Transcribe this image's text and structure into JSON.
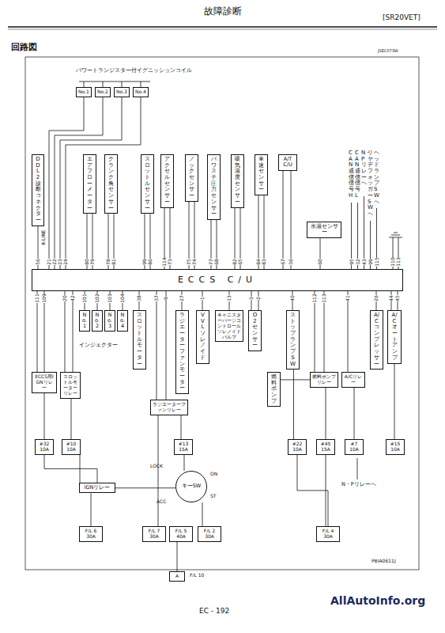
{
  "diagram": {
    "title": "故障診断",
    "nodes": [
      {
        "text": [
          "ECCS C/U"
        ]
      },
      {
        "text": [
          "DDL2診断コネクター"
        ]
      },
      {
        "text": [
          "No.1"
        ]
      },
      {
        "text": [
          "No.2"
        ]
      },
      {
        "text": [
          "No.3"
        ]
      },
      {
        "text": [
          "No.4"
        ]
      },
      {
        "text": [
          "エアフローメーター"
        ]
      },
      {
        "text": [
          "クランク角センサー"
        ]
      },
      {
        "text": [
          "スロットルセンサー"
        ]
      },
      {
        "text": [
          "アクセルセンサー"
        ]
      },
      {
        "text": [
          "ノックセンサー"
        ]
      },
      {
        "text": [
          "パワステ圧力センサー"
        ]
      },
      {
        "text": [
          "吸気温度センサー"
        ]
      },
      {
        "text": [
          "車速センサー"
        ]
      },
      {
        "text": [
          "A/T C/U"
        ]
      },
      {
        "text": [
          "水温センサー"
        ]
      },
      {
        "text": [
          "ECCS用IGNリレー"
        ]
      },
      {
        "text": [
          "スロットルモーターリレー"
        ]
      },
      {
        "text": [
          "No.1"
        ]
      },
      {
        "text": [
          "No.2"
        ]
      },
      {
        "text": [
          "No.3"
        ]
      },
      {
        "text": [
          "No.4"
        ]
      },
      {
        "text": [
          "スロットルモーター"
        ]
      },
      {
        "text": [
          "ラジエーターファンモーター"
        ]
      },
      {
        "text": [
          "ラジエーターファンリレー"
        ]
      },
      {
        "text": [
          "VVLソレノイド"
        ]
      },
      {
        "text": [
          "キャニスターパージコントロールソレノイドバルブ"
        ]
      },
      {
        "text": [
          "O2センサー"
        ]
      },
      {
        "text": [
          "燃料ポンプ"
        ]
      },
      {
        "text": [
          "ストップランプSW"
        ]
      },
      {
        "text": [
          "燃料ポンプリレー"
        ]
      },
      {
        "text": [
          "A/Cリレー"
        ]
      },
      {
        "text": [
          "A/Cコンプレッサー"
        ]
      },
      {
        "text": [
          "A/Cオートアンプ"
        ]
      },
      {
        "text": [
          "#32",
          "10A"
        ]
      },
      {
        "text": [
          "#10",
          "10A"
        ]
      },
      {
        "text": [
          "#13",
          "15A"
        ]
      },
      {
        "text": [
          "#22",
          "10A"
        ]
      },
      {
        "text": [
          "#45",
          "15A"
        ]
      },
      {
        "text": [
          "#7",
          "10A"
        ]
      },
      {
        "text": [
          "#15",
          "10A"
        ]
      },
      {
        "text": [
          "IGNリレー"
        ]
      },
      {
        "text": [
          "キーSW"
        ]
      },
      {
        "text": [
          "F/L 6",
          "30A"
        ]
      },
      {
        "text": [
          "F/L 7",
          "30A"
        ]
      },
      {
        "text": [
          "F/L 5",
          "40A"
        ]
      },
      {
        "text": [
          "F/L 2",
          "30A"
        ]
      },
      {
        "text": [
          "F/L 4",
          "30A"
        ]
      },
      {
        "text": [
          "A"
        ]
      }
    ],
    "edges": [
      {
        "from": 1,
        "to": 0,
        "arrow": "none",
        "label": "56"
      },
      {
        "from": 2,
        "to": 0,
        "arrow": "none",
        "label": "21"
      },
      {
        "from": 3,
        "to": 0,
        "arrow": "none",
        "label": "22"
      },
      {
        "from": 4,
        "to": 0,
        "arrow": "none",
        "label": "23"
      },
      {
        "from": 5,
        "to": 0,
        "arrow": "none",
        "label": "24"
      },
      {
        "from": 6,
        "to": 0,
        "arrow": "none",
        "label": "80"
      },
      {
        "from": 6,
        "to": 0,
        "arrow": "none",
        "label": "79"
      },
      {
        "from": 7,
        "to": 0,
        "arrow": "none",
        "label": "78"
      },
      {
        "from": 7,
        "to": 0,
        "arrow": "none",
        "label": "81"
      },
      {
        "from": 8,
        "to": 0,
        "arrow": "none",
        "label": "99"
      },
      {
        "from": 8,
        "to": 0,
        "arrow": "none",
        "label": "86"
      },
      {
        "from": 9,
        "to": 0,
        "arrow": "none",
        "label": "114"
      },
      {
        "from": 9,
        "to": 0,
        "arrow": "none",
        "label": "73"
      },
      {
        "from": 10,
        "to": 0,
        "arrow": "none",
        "label": "75"
      },
      {
        "from": 10,
        "to": 0,
        "arrow": "none",
        "label": "74"
      },
      {
        "from": 11,
        "to": 0,
        "arrow": "none",
        "label": "77"
      },
      {
        "from": 11,
        "to": 0,
        "arrow": "none",
        "label": "68"
      },
      {
        "from": 12,
        "to": 0,
        "arrow": "none",
        "label": "82"
      },
      {
        "from": 12,
        "to": 0,
        "arrow": "none",
        "label": "65"
      },
      {
        "from": 13,
        "to": 0,
        "arrow": "none",
        "label": "84"
      },
      {
        "from": 13,
        "to": 0,
        "arrow": "none",
        "label": "83"
      },
      {
        "from": 14,
        "to": 0,
        "arrow": "none",
        "label": "67"
      },
      {
        "from": 14,
        "to": 0,
        "arrow": "none",
        "label": "36"
      },
      {
        "from": 15,
        "to": 0,
        "arrow": "none",
        "label": "60"
      },
      {
        "from": 16,
        "to": 0,
        "arrow": "none",
        "label": "111"
      },
      {
        "from": 16,
        "to": 0,
        "arrow": "none",
        "label": "109"
      },
      {
        "from": 17,
        "to": 0,
        "arrow": "none",
        "label": "20"
      },
      {
        "from": 17,
        "to": 0,
        "arrow": "none",
        "label": "42"
      },
      {
        "from": 18,
        "to": 0,
        "arrow": "none",
        "label": "101"
      },
      {
        "from": 19,
        "to": 0,
        "arrow": "none",
        "label": "102"
      },
      {
        "from": 20,
        "to": 0,
        "arrow": "none",
        "label": "103"
      },
      {
        "from": 21,
        "to": 0,
        "arrow": "none",
        "label": "104"
      },
      {
        "from": 22,
        "to": 0,
        "arrow": "none",
        "label": "38"
      },
      {
        "from": 24,
        "to": 0,
        "arrow": "none",
        "label": "37"
      },
      {
        "from": 24,
        "to": 0,
        "arrow": "none",
        "label": "9"
      },
      {
        "from": 23,
        "to": 0,
        "arrow": "none",
        "label": "27"
      },
      {
        "from": 25,
        "to": 0,
        "arrow": "none",
        "label": "1"
      },
      {
        "from": 26,
        "to": 0,
        "arrow": "none",
        "label": "13"
      },
      {
        "from": 27,
        "to": 0,
        "arrow": "none",
        "label": "3"
      },
      {
        "from": 27,
        "to": 0,
        "arrow": "none",
        "label": "2"
      },
      {
        "from": 29,
        "to": 0,
        "arrow": "none",
        "label": "40"
      },
      {
        "from": 30,
        "to": 0,
        "arrow": "none",
        "label": "112"
      },
      {
        "from": 30,
        "to": 0,
        "arrow": "none",
        "label": "113"
      },
      {
        "from": 31,
        "to": 0,
        "arrow": "none",
        "label": "41"
      },
      {
        "from": 32,
        "to": 0,
        "arrow": "none",
        "label": "26"
      },
      {
        "from": 33,
        "to": 0,
        "arrow": "none",
        "label": "44"
      },
      {
        "from": 33,
        "to": 0,
        "arrow": "none",
        "label": "45"
      },
      {
        "from": 30,
        "to": 28,
        "arrow": "none"
      },
      {
        "from": 34,
        "to": 16,
        "arrow": "none"
      },
      {
        "from": 35,
        "to": 17,
        "arrow": "none"
      },
      {
        "from": 36,
        "to": 24,
        "arrow": "none"
      },
      {
        "from": 37,
        "to": 29,
        "arrow": "none"
      },
      {
        "from": 38,
        "to": 30,
        "arrow": "none"
      },
      {
        "from": 39,
        "to": 31,
        "arrow": "none"
      },
      {
        "from": 40,
        "to": 33,
        "arrow": "none"
      },
      {
        "from": 41,
        "to": 34,
        "arrow": "none"
      },
      {
        "from": 41,
        "to": 35,
        "arrow": "none"
      },
      {
        "from": 41,
        "to": 42,
        "arrow": "none"
      },
      {
        "from": 42,
        "to": 36,
        "arrow": "none"
      },
      {
        "from": 43,
        "to": 41,
        "arrow": "none"
      },
      {
        "from": 44,
        "to": 24,
        "arrow": "none"
      },
      {
        "from": 46,
        "to": 42,
        "arrow": "none"
      },
      {
        "from": 47,
        "to": 38,
        "arrow": "none"
      },
      {
        "from": 48,
        "to": 45,
        "arrow": "none"
      },
      {
        "from": 47,
        "to": 37,
        "arrow": "none"
      }
    ],
    "labels": [
      "回路図",
      "JSEC073W",
      "[SR20VET]",
      "パワートランジスター付イグニッションコイル",
      "K-LINE",
      "CAN通信信号H",
      "CAN通信信号L",
      "N・Pリレーへ",
      "リヤデフォッガーSWへ",
      "ヘッドランプSWへ",
      "95",
      "32",
      "43",
      "99",
      "115",
      "110",
      "113",
      "インジェクター",
      "LOCK",
      "ACC",
      "ON",
      "ST",
      "N・Pリレーへ",
      "F/L 10",
      "PBIA0611J",
      "EC - 192",
      "AllAutoInfo.org"
    ]
  }
}
